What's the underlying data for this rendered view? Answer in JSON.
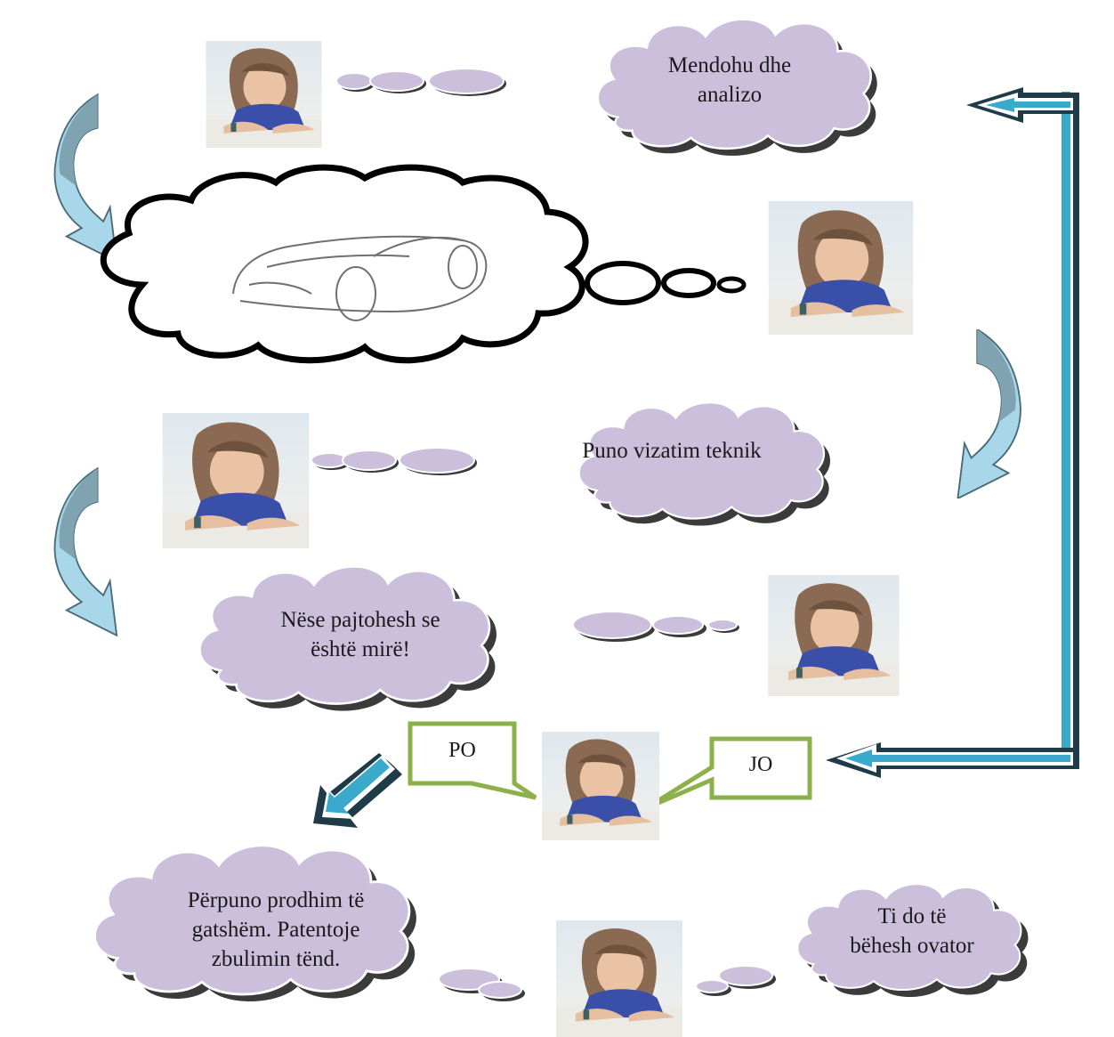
{
  "colors": {
    "cloud_fill": "#cbbfdb",
    "cloud_shadow": "#3b3b3b",
    "arrow_blue": "#3aa9cc",
    "arrow_light": "#a9d7ea",
    "arrow_slate": "#7fa3b0",
    "callout_border": "#8db14a",
    "sketch_outline": "#000000"
  },
  "thoughts": {
    "analyze": {
      "line1": "Mendohu dhe",
      "line2": "analizo"
    },
    "drawing": {
      "line1": "Puno vizatim teknik"
    },
    "agree": {
      "line1": "Nëse pajtohesh se",
      "line2": "është mirë!"
    },
    "produce": {
      "line1": "Përpuno prodhim të",
      "line2": "gatshëm. Patentoje",
      "line3": "zbulimin tënd."
    },
    "innovator": {
      "line1": "Ti  do të",
      "line2": "bëhesh ovator"
    }
  },
  "callouts": {
    "yes": "PO",
    "no": "JO"
  },
  "images": {
    "girl": "girl-drawing-photo",
    "car": "car-sketch"
  }
}
